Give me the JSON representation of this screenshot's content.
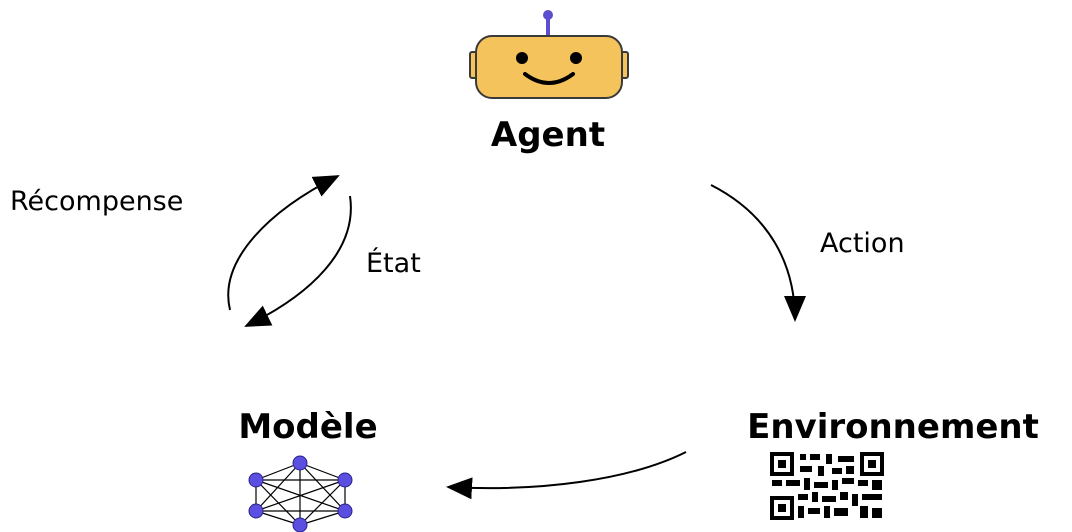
{
  "nodes": {
    "agent": {
      "label": "Agent",
      "icon": "robot-face-icon"
    },
    "environment": {
      "label": "Environnement",
      "icon": "qr-code-icon"
    },
    "model": {
      "label": "Modèle",
      "icon": "neural-network-icon"
    }
  },
  "edges": {
    "action": {
      "label": "Action"
    },
    "reward": {
      "label": "Récompense"
    },
    "state": {
      "label": "État"
    },
    "feedback": {
      "label": ""
    }
  },
  "colors": {
    "robot_face": "#F5C35B",
    "robot_outline": "#3A3A3A",
    "antenna": "#5B4FCF",
    "network_node": "#5B4FE0",
    "stroke": "#000000"
  }
}
